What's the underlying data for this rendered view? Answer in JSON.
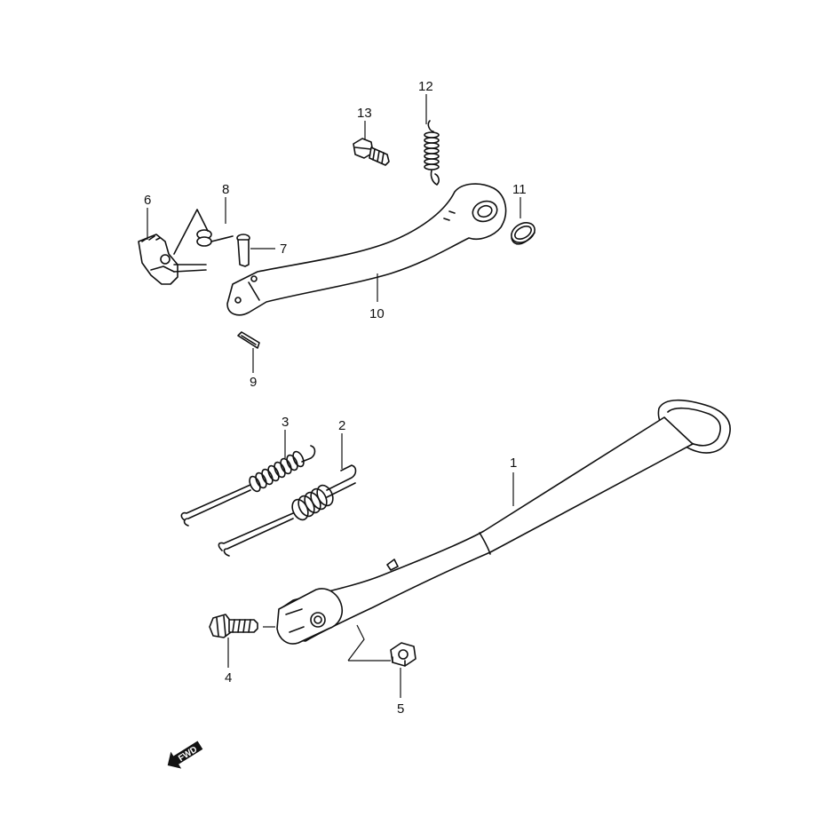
{
  "callouts": [
    {
      "id": "1",
      "text": "1"
    },
    {
      "id": "2",
      "text": "2"
    },
    {
      "id": "3",
      "text": "3"
    },
    {
      "id": "4",
      "text": "4"
    },
    {
      "id": "5",
      "text": "5"
    },
    {
      "id": "6",
      "text": "6"
    },
    {
      "id": "7",
      "text": "7"
    },
    {
      "id": "8",
      "text": "8"
    },
    {
      "id": "9",
      "text": "9"
    },
    {
      "id": "10",
      "text": "10"
    },
    {
      "id": "11",
      "text": "11"
    },
    {
      "id": "12",
      "text": "12"
    },
    {
      "id": "13",
      "text": "13"
    }
  ],
  "direction_marker": {
    "text": "FWD",
    "icon": "fwd-arrow-icon"
  },
  "colors": {
    "line": "#111111",
    "background": "#ffffff"
  }
}
